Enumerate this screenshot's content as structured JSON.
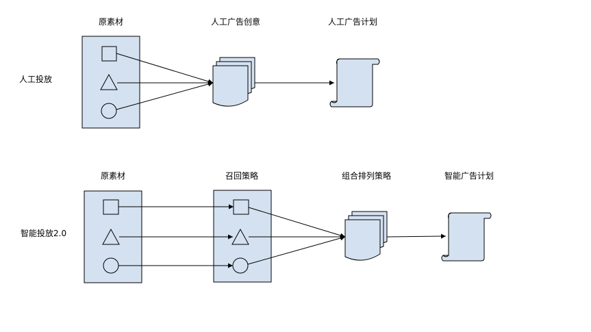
{
  "row1": {
    "label": "人工投放",
    "col_material": "原素材",
    "col_creative": "人工广告创意",
    "col_plan": "人工广告计划"
  },
  "row2": {
    "label": "智能投放2.0",
    "col_material": "原素材",
    "col_recall": "召回策略",
    "col_rank": "组合排列策略",
    "col_plan": "智能广告计划"
  },
  "colors": {
    "fill": "#d4e1f0",
    "stroke": "#000000"
  }
}
